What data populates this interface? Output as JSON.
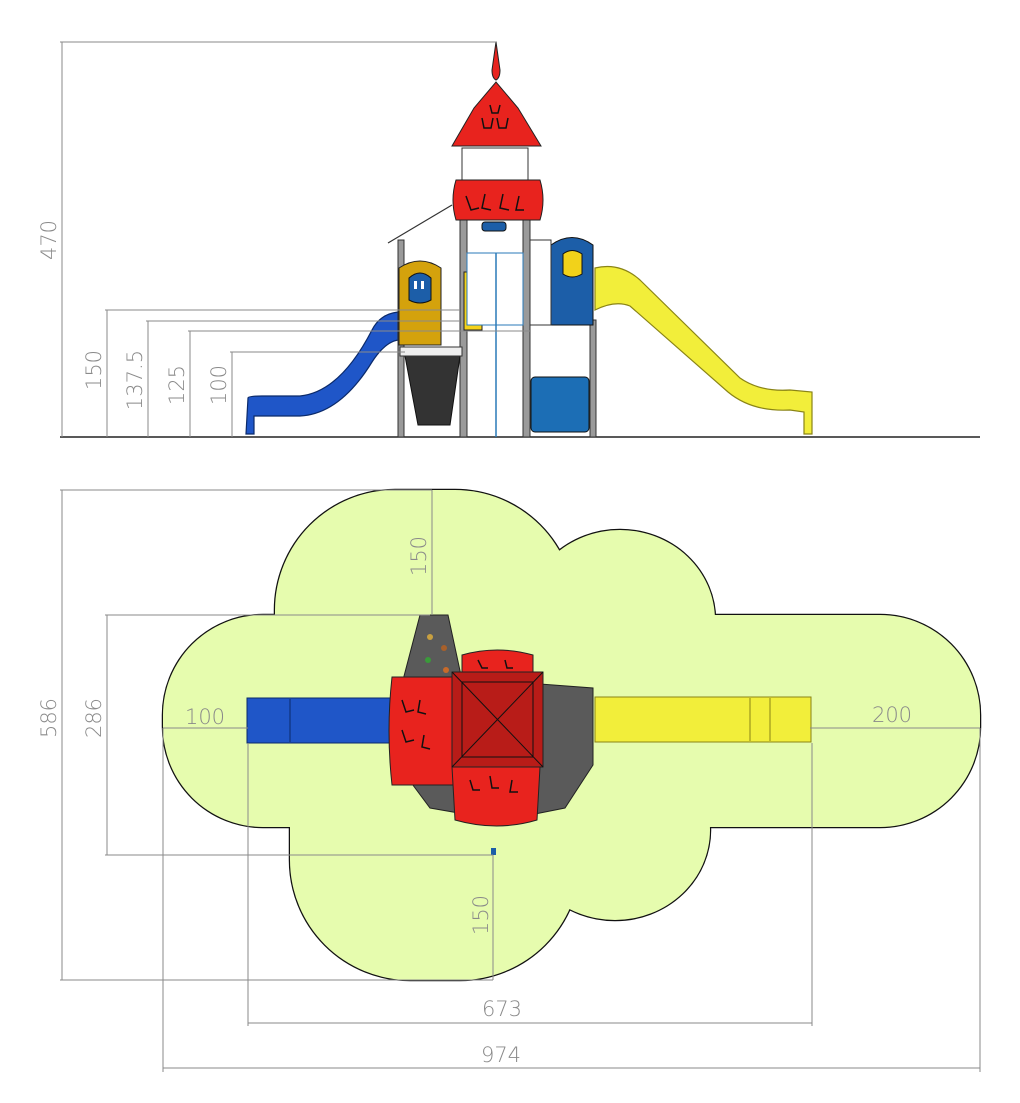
{
  "elevation": {
    "dimensions": {
      "total_height": "470",
      "platform_1": "150",
      "platform_2": "137.5",
      "platform_3": "125",
      "platform_4": "100"
    }
  },
  "plan": {
    "dimensions": {
      "safety_area_depth": "586",
      "structure_depth": "286",
      "clearance_top": "150",
      "clearance_bottom": "150",
      "clearance_left": "100",
      "clearance_right": "200",
      "structure_width": "673",
      "safety_area_width": "974"
    }
  },
  "colors": {
    "red": "#e8231e",
    "blue": "#1f56c8",
    "yellow": "#f2ee3a",
    "mustard": "#d4a20c",
    "navy": "#1c5ea8",
    "safety_area": "#e6fcae",
    "deck": "#5a5a5a"
  }
}
